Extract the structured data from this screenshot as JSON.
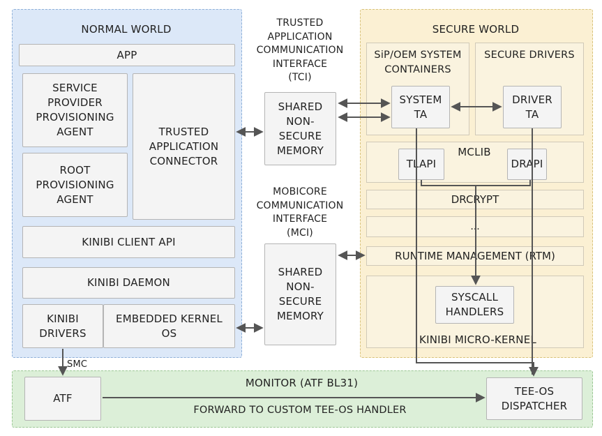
{
  "normal_world": {
    "title": "NORMAL WORLD",
    "app": "APP",
    "sp_agent": "SERVICE\nPROVIDER\nPROVISIONING\nAGENT",
    "root_agent": "ROOT\nPROVISIONING\nAGENT",
    "tac": "TRUSTED\nAPPLICATION\nCONNECTOR",
    "client_api": "KINIBI CLIENT API",
    "daemon": "KINIBI DAEMON",
    "drivers": "KINIBI\nDRIVERS",
    "embedded": "EMBEDDED KERNEL\nOS"
  },
  "middle": {
    "tci_label": "TRUSTED\nAPPLICATION\nCOMMUNICATION\nINTERFACE\n(TCI)",
    "tci_memory": "SHARED\nNON-\nSECURE\nMEMORY",
    "mci_label": "MOBICORE\nCOMMUNICATION\nINTERFACE\n(MCI)",
    "mci_memory": "SHARED\nNON-\nSECURE\nMEMORY"
  },
  "secure_world": {
    "title": "SECURE WORLD",
    "containers": "SiP/OEM SYSTEM\nCONTAINERS",
    "system_ta": "SYSTEM\nTA",
    "secure_drivers": "SECURE DRIVERS",
    "driver_ta": "DRIVER\nTA",
    "mclib": "MCLIB",
    "tlapi": "TLAPI",
    "drapi": "DRAPI",
    "drcrypt": "DRCRYPT",
    "ellipsis": "...",
    "rtm": "RUNTIME MANAGEMENT (RTM)",
    "syscall": "SYSCALL\nHANDLERS",
    "microkernel": "KINIBI MICRO-KERNEL"
  },
  "monitor": {
    "title": "MONITOR (ATF BL31)",
    "atf": "ATF",
    "smc": "SMC",
    "forward": "FORWARD TO CUSTOM TEE-OS HANDLER",
    "dispatcher": "TEE-OS\nDISPATCHER"
  }
}
